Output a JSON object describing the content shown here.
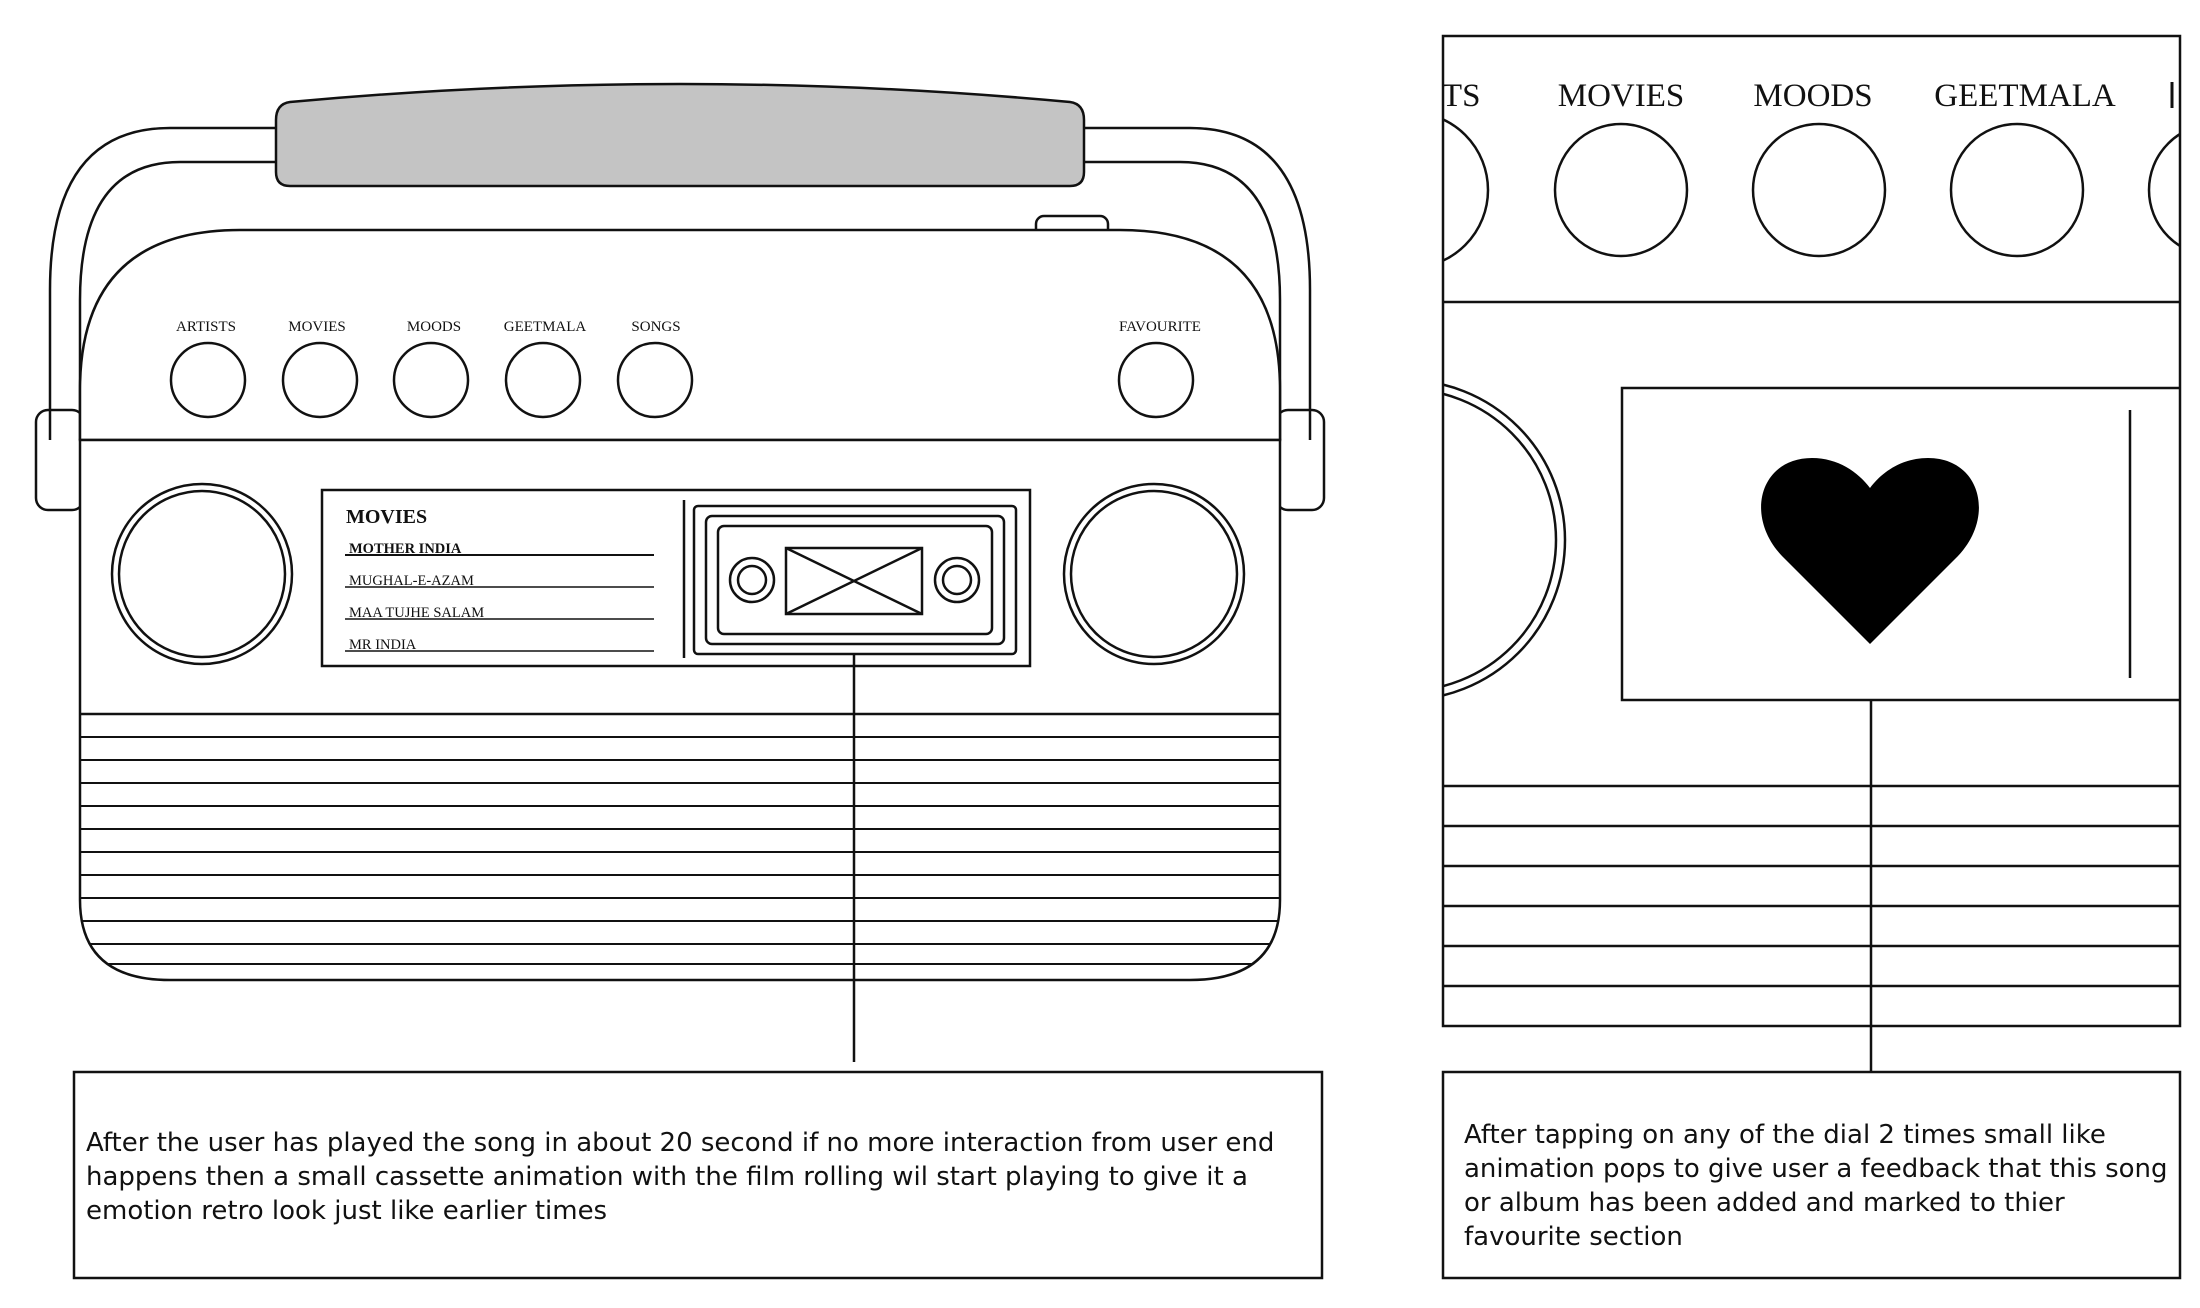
{
  "radio": {
    "dial_labels": [
      "ARTISTS",
      "MOVIES",
      "MOODS",
      "GEETMALA",
      "SONGS"
    ],
    "favourite_label": "FAVOURITE",
    "panel_heading": "MOVIES",
    "tracks": [
      "MOTHER INDIA",
      "MUGHAL-E-AZAM",
      "MAA TUJHE SALAM",
      "MR INDIA"
    ],
    "selected_track_index": 0
  },
  "zoom": {
    "labels": [
      "STS",
      "MOVIES",
      "MOODS",
      "GEETMALA"
    ]
  },
  "notes": {
    "cassette": "After the user has played the song in about 20 second if no more interaction from user end happens then a small cassette animation with the film rolling wil start playing to give it a emotion retro look just like earlier times",
    "favourite": "After tapping on any of the dial 2 times small like animation pops to give user a feedback that this song or album has been added and marked to thier favourite section"
  },
  "colors": {
    "stroke": "#111111",
    "handle_fill": "#c4c4c4",
    "heart": "#000000"
  }
}
